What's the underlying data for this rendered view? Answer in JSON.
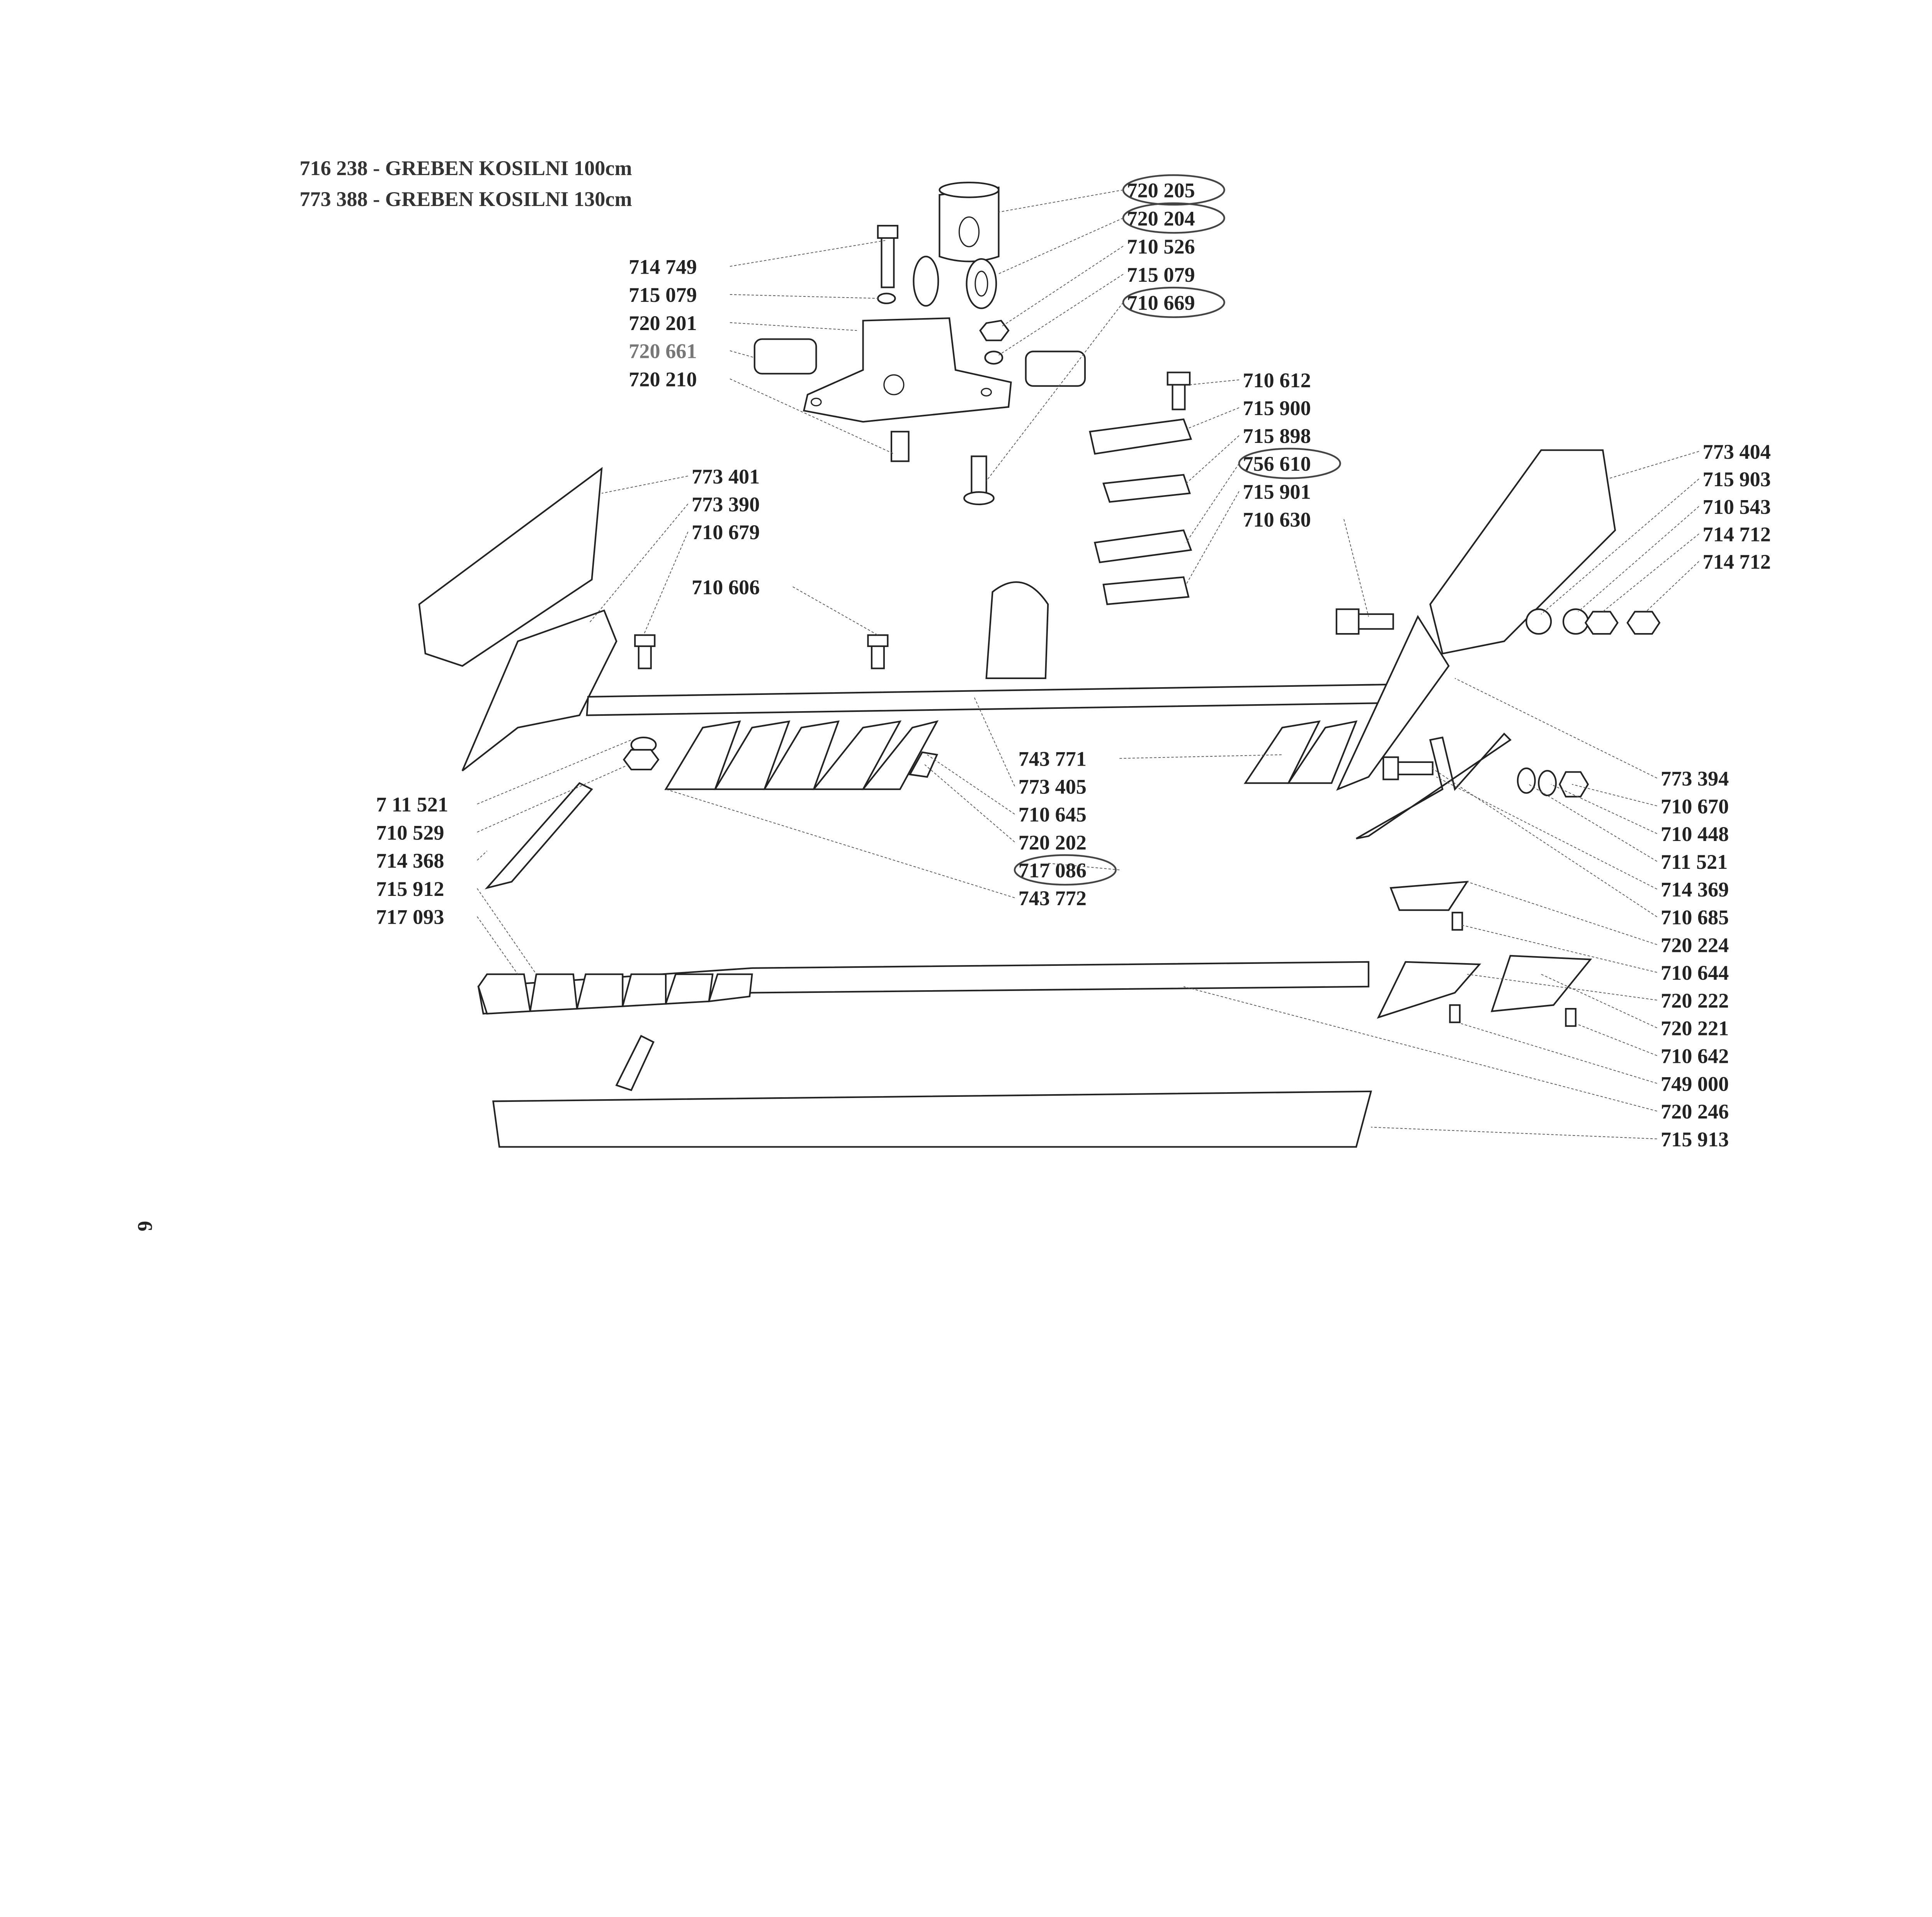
{
  "title_lines": [
    "716 238 - GREBEN KOSILNI 100cm",
    "773 388 - GREBEN KOSILNI 130cm"
  ],
  "page_number": "6",
  "labels": {
    "top_left": [
      "714 749",
      "715 079",
      "720 201",
      "720 661",
      "720 210"
    ],
    "top_right": [
      "720 205",
      "720 204",
      "710 526",
      "715 079",
      "710 669"
    ],
    "plates": [
      "710 612",
      "715 900",
      "715 898",
      "756 610",
      "715 901",
      "710 630"
    ],
    "left_divider": [
      "773 401",
      "773 390",
      "710 679",
      "710 606"
    ],
    "right_divider": [
      "773 404",
      "715 903",
      "710 543",
      "714 712",
      "714 712"
    ],
    "center": [
      "743 771",
      "773 405",
      "710 645",
      "720 202",
      "717 086",
      "743 772"
    ],
    "left_lower": [
      "7 11 521",
      "710 529",
      "714 368",
      "715 912",
      "717 093"
    ],
    "right_lower": [
      "773 394",
      "710 670",
      "710 448",
      "711 521",
      "714 369",
      "710 685",
      "720 224",
      "710 644",
      "720 222",
      "720 221",
      "710 642",
      "749 000",
      "720 246",
      "715 913"
    ]
  },
  "circled_labels": [
    "720 205",
    "720 204",
    "710 669",
    "756 610",
    "717 086"
  ],
  "gray_labels": [
    "720 661"
  ]
}
